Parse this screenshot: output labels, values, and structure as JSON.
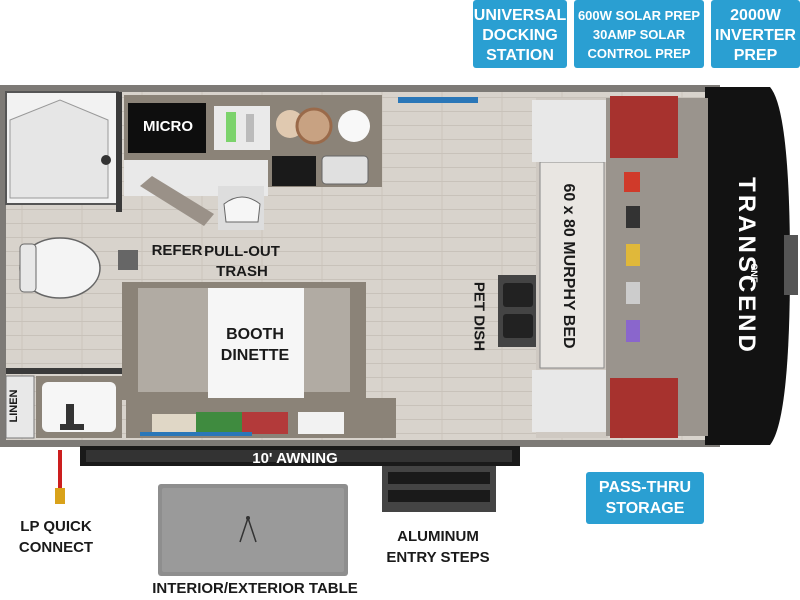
{
  "callouts": {
    "universal_docking": [
      "UNIVERSAL",
      "DOCKING",
      "STATION"
    ],
    "solar": [
      "600W SOLAR PREP",
      "30AMP SOLAR",
      "CONTROL PREP"
    ],
    "inverter": [
      "2000W",
      "INVERTER",
      "PREP"
    ],
    "pass_thru": [
      "PASS-THRU",
      "STORAGE"
    ]
  },
  "labels": {
    "micro": "MICRO",
    "refer": "REFER",
    "pullout_trash": [
      "PULL-OUT",
      "TRASH"
    ],
    "booth_dinette": [
      "BOOTH",
      "DINETTE"
    ],
    "pet_dish": "PET DISH",
    "murphy_bed": "60 x 80 MURPHY BED",
    "linen": "LINEN",
    "awning": "10' AWNING",
    "lp_quick_connect": [
      "LP QUICK",
      "CONNECT"
    ],
    "aluminum_entry_steps": [
      "ALUMINUM",
      "ENTRY STEPS"
    ],
    "interior_exterior_table": "INTERIOR/EXTERIOR TABLE",
    "brand": "TRANSCEND",
    "brand_sub": "ONE"
  },
  "colors": {
    "callout_blue": "#2a9fd2",
    "floor": "#d9d4cd",
    "wall": "#3a3a3a",
    "cabinet": "#8b8378",
    "cap": "#111111",
    "lp_line": "#cc1e1e",
    "lp_fitting": "#d9a21a"
  },
  "icons": {
    "compass": "table-logo-icon",
    "gas-fitting": "lp-fitting-icon"
  }
}
